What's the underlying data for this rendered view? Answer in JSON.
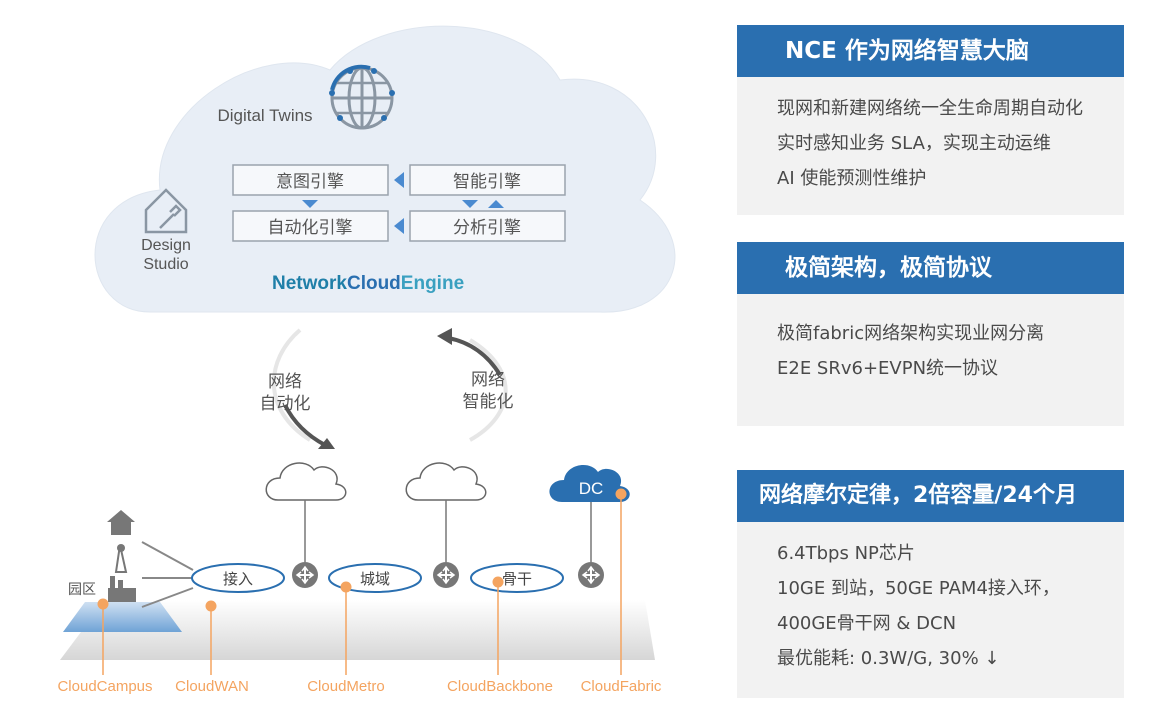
{
  "cloud": {
    "digital_twins": "Digital Twins",
    "design_studio_line1": "Design",
    "design_studio_line2": "Studio",
    "engines": [
      "意图引擎",
      "智能引擎",
      "自动化引擎",
      "分析引擎"
    ],
    "brand_part1": "Network",
    "brand_part2": "Cloud",
    "brand_part3": "Engine"
  },
  "loop": {
    "left_line1": "网络",
    "left_line2": "自动化",
    "right_line1": "网络",
    "right_line2": "智能化"
  },
  "network": {
    "dc_label": "DC",
    "campus_label": "园区",
    "nodes": [
      "接入",
      "城域",
      "骨干"
    ],
    "bottom_labels": [
      "CloudCampus",
      "CloudWAN",
      "CloudMetro",
      "CloudBackbone",
      "CloudFabric"
    ]
  },
  "panels": [
    {
      "title": "NCE 作为网络智慧大脑",
      "lines": [
        "现网和新建网络统一全生命周期自动化",
        "实时感知业务 SLA，实现主动运维",
        "AI 使能预测性维护"
      ]
    },
    {
      "title": "极简架构，极简协议",
      "lines": [
        "极简fabric网络架构实现业网分离",
        "E2E SRv6+EVPN统一协议"
      ]
    },
    {
      "title": "网络摩尔定律，2倍容量/24个月",
      "lines": [
        "6.4Tbps NP芯片",
        "10GE 到站，50GE  PAM4接入环，",
        "400GE骨干网 & DCN",
        "最优能耗: 0.3W/G, 30% ↓"
      ]
    }
  ],
  "colors": {
    "accent_blue": "#2a6fb0",
    "orange": "#f4a460",
    "cloud_fill": "#e8eef6"
  }
}
